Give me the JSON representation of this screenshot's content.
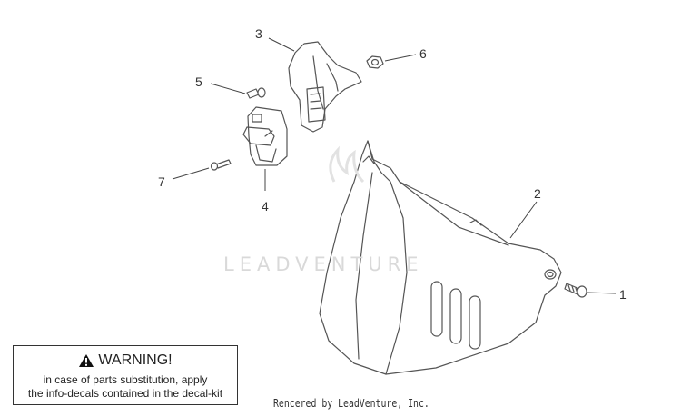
{
  "callouts": [
    {
      "id": "1",
      "label": "1"
    },
    {
      "id": "2",
      "label": "2"
    },
    {
      "id": "3",
      "label": "3"
    },
    {
      "id": "4",
      "label": "4"
    },
    {
      "id": "5",
      "label": "5"
    },
    {
      "id": "6",
      "label": "6"
    },
    {
      "id": "7",
      "label": "7"
    }
  ],
  "watermark": "LEADVENTURE",
  "warning": {
    "icon": "warning-triangle-icon",
    "heading": "WARNING!",
    "line1": "in case of parts substitution, apply",
    "line2": "the info-decals contained in the decal-kit"
  },
  "credit": "Rencered by LeadVenture, Inc."
}
